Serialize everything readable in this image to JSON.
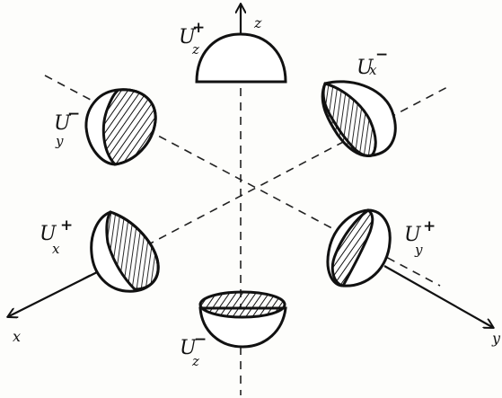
{
  "axes": {
    "z": "z",
    "x": "x",
    "y": "y"
  },
  "hemispheres": {
    "uz_plus": {
      "base": "U",
      "sub": "z",
      "sign": "+"
    },
    "ux_minus": {
      "base": "U",
      "sub": "x",
      "sign": "−"
    },
    "uy_minus": {
      "base": "U",
      "sub": "y",
      "sign": "−"
    },
    "ux_plus": {
      "base": "U",
      "sub": "x",
      "sign": "+"
    },
    "uy_plus": {
      "base": "U",
      "sub": "y",
      "sign": "+"
    },
    "uz_minus": {
      "base": "U",
      "sub": "z",
      "sign": "−"
    }
  }
}
